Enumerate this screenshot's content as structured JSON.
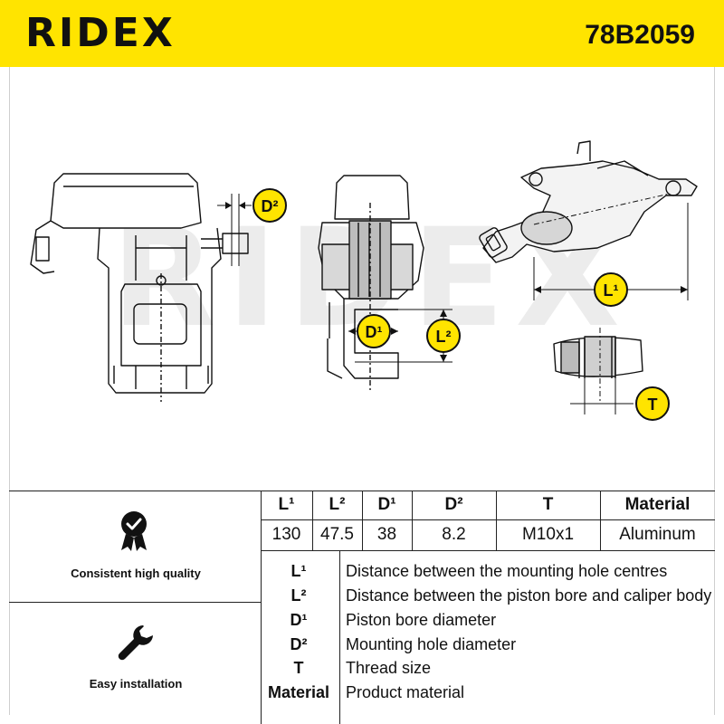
{
  "header": {
    "brand": "RIDEX",
    "part_number": "78B2059"
  },
  "drawing": {
    "watermark": "RIDEX",
    "labels": {
      "D2": "D²",
      "D1": "D¹",
      "L2": "L²",
      "L1": "L¹",
      "T": "T"
    }
  },
  "features": [
    {
      "icon": "quality-badge-icon",
      "title": "Consistent high quality"
    },
    {
      "icon": "wrench-icon",
      "title": "Easy installation"
    }
  ],
  "specs_table": {
    "headers": [
      "L¹",
      "L²",
      "D¹",
      "D²",
      "T",
      "Material"
    ],
    "values": [
      "130",
      "47.5",
      "38",
      "8.2",
      "M10x1",
      "Aluminum"
    ]
  },
  "legend": [
    {
      "key": "L¹",
      "desc": "Distance between the mounting hole centres"
    },
    {
      "key": "L²",
      "desc": "Distance between the piston bore and caliper body"
    },
    {
      "key": "D¹",
      "desc": "Piston bore diameter"
    },
    {
      "key": "D²",
      "desc": "Mounting hole diameter"
    },
    {
      "key": "T",
      "desc": "Thread size"
    },
    {
      "key": "Material",
      "desc": "Product material"
    }
  ],
  "colors": {
    "brand_yellow": "#ffe400",
    "ink": "#111111",
    "watermark": "#ececec"
  }
}
